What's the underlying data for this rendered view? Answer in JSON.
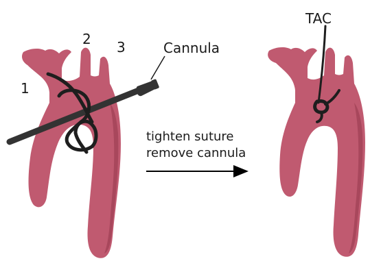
{
  "labels": {
    "branch_1": "1",
    "branch_2": "2",
    "branch_3": "3",
    "cannula": "Cannula",
    "tac": "TAC",
    "instruction_line1": "tighten suture",
    "instruction_line2": "remove cannula"
  },
  "colors": {
    "vessel": "#c05a70",
    "vessel_shadow": "#a8475c",
    "vessel_highlight": "#d27b8d",
    "suture": "#1e1e1e",
    "cannula": "#333333",
    "text": "#1a1a1a",
    "arrow": "#000000"
  }
}
